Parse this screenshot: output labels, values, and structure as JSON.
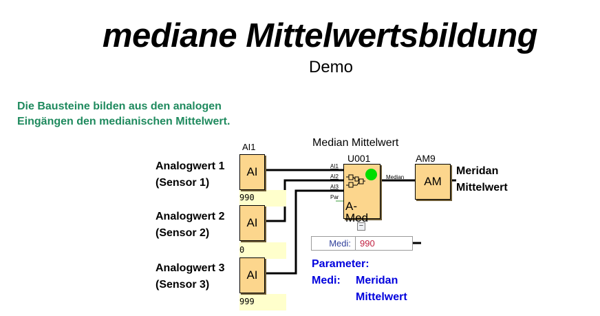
{
  "header": {
    "title": "mediane Mittelwertsbildung",
    "subtitle": "Demo"
  },
  "description": {
    "line1": "Die Bausteine bilden aus den analogen",
    "line2": "Eingängen den medianischen Mittelwert."
  },
  "inputs": [
    {
      "label_line1": "Analogwert 1",
      "label_line2": "(Sensor 1)",
      "block_name": "AI1",
      "block_text": "AI",
      "value": "990"
    },
    {
      "label_line1": "Analogwert 2",
      "label_line2": "(Sensor 2)",
      "block_name": "",
      "block_text": "AI",
      "value": "0"
    },
    {
      "label_line1": "Analogwert 3",
      "label_line2": "(Sensor 3)",
      "block_name": "",
      "block_text": "AI",
      "value": "999"
    }
  ],
  "median_block": {
    "caption": "Median Mittelwert",
    "name": "U001",
    "text": "A-Med",
    "pins": [
      "AI1",
      "AI2",
      "AI3",
      "Par"
    ],
    "output_pin": "Median",
    "status_color": "#00dd00",
    "collapse_symbol": "−"
  },
  "output_block": {
    "name": "AM9",
    "text": "AM",
    "label_line1": "Meridan",
    "label_line2": "Mittelwert"
  },
  "parameter_box": {
    "key": "Medi:",
    "value": "990"
  },
  "parameter_note": {
    "heading": "Parameter:",
    "key": "Medi:",
    "value_line1": "Meridan",
    "value_line2": "Mittelwert"
  },
  "colors": {
    "block_fill": "#fcd68d",
    "value_fill": "#ffffcc",
    "description": "#1f8a5e",
    "parameter_text": "#0000dd",
    "param_value": "#c02040"
  }
}
